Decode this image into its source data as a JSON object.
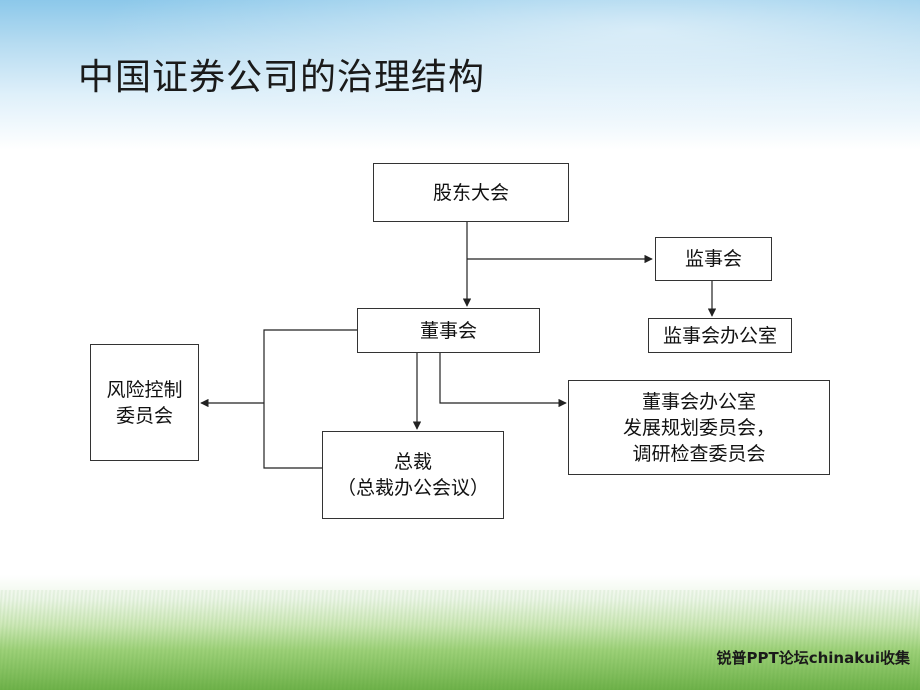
{
  "title": "中国证券公司的治理结构",
  "nodes": {
    "shareholders": "股东大会",
    "supervisors": "监事会",
    "supervisors_office": "监事会办公室",
    "board": "董事会",
    "risk": [
      "风险控制",
      "委员会"
    ],
    "president": [
      "总裁",
      "（总裁办公会议）"
    ],
    "board_office": [
      "董事会办公室",
      "发展规划委员会，",
      "调研检查委员会"
    ]
  },
  "footer": "锐普PPT论坛chinakui收集"
}
